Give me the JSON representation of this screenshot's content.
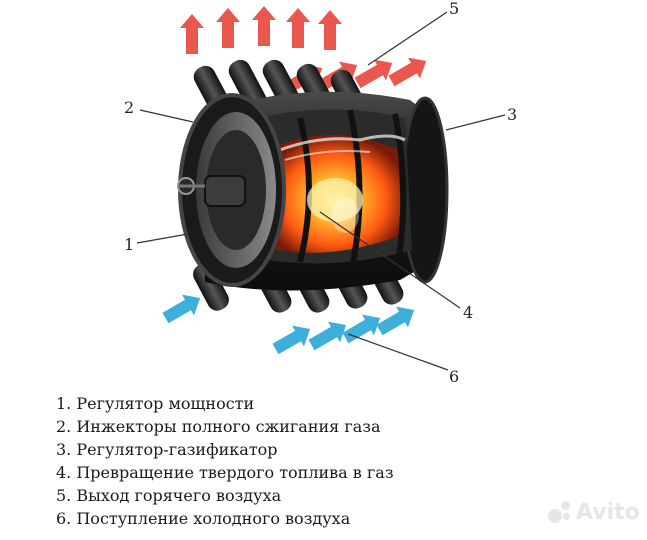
{
  "callouts": [
    {
      "number": "1"
    },
    {
      "number": "2"
    },
    {
      "number": "3"
    },
    {
      "number": "4"
    },
    {
      "number": "5"
    },
    {
      "number": "6"
    }
  ],
  "legend": [
    "1. Регулятор мощности",
    "2. Инжекторы полного сжигания газа",
    "3. Регулятор-газификатор",
    "4. Превращение твердого топлива в газ",
    "5. Выход горячего воздуха",
    "6. Поступление холодного воздуха"
  ],
  "watermark": {
    "text": "Avito"
  },
  "colors": {
    "hot_air": "#e8453c",
    "cold_air": "#2aa6d8",
    "fire": "#ff7a1a",
    "stove_body": "#1c1c1c"
  }
}
